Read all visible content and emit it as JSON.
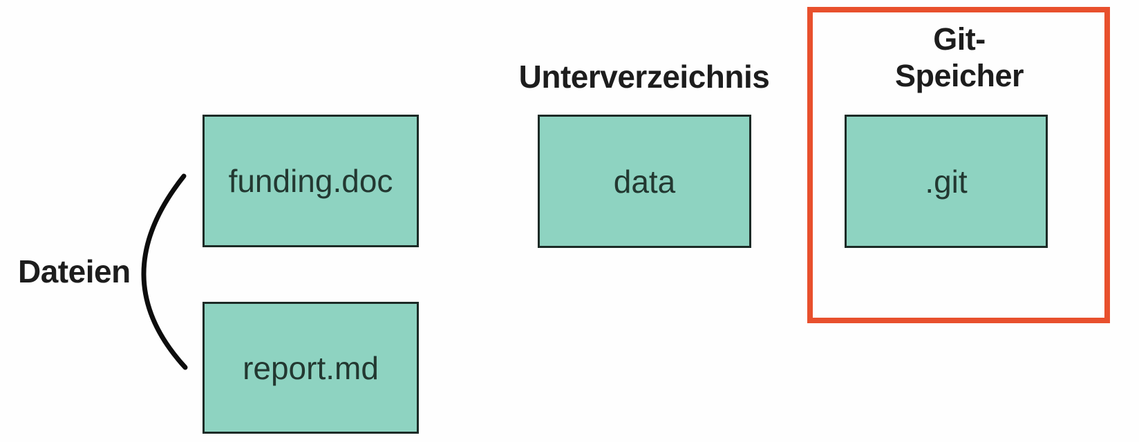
{
  "diagram": {
    "files_group": {
      "label": "Dateien",
      "boxes": [
        {
          "label": "funding.doc"
        },
        {
          "label": "report.md"
        }
      ]
    },
    "subdirectory_group": {
      "heading": "Unterverzeichnis",
      "box": {
        "label": "data"
      }
    },
    "git_group": {
      "heading_line1": "Git-",
      "heading_line2": "Speicher",
      "box": {
        "label": ".git"
      }
    },
    "colors": {
      "box_fill": "#8ed3c1",
      "box_border": "#1c2a26",
      "highlight_border": "#e8502d",
      "heading_text": "#1d1d1d",
      "box_label_text": "#233831",
      "brace_stroke": "#0d0d0d",
      "background": "#fefefe"
    }
  }
}
